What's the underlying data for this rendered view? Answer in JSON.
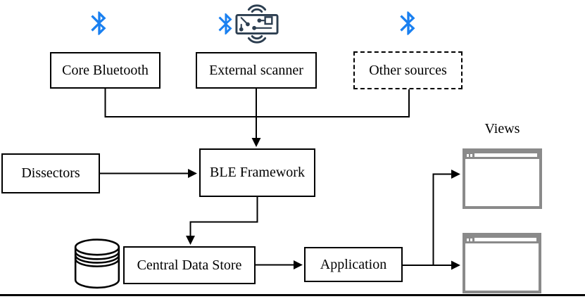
{
  "diagram": {
    "nodes": {
      "core_bluetooth": {
        "label": "Core Bluetooth",
        "border": "solid"
      },
      "external_scanner": {
        "label": "External scanner",
        "border": "solid"
      },
      "other_sources": {
        "label": "Other sources",
        "border": "dashed"
      },
      "dissectors": {
        "label": "Dissectors",
        "border": "solid"
      },
      "ble_framework": {
        "label": "BLE Framework",
        "border": "solid"
      },
      "central_data_store": {
        "label": "Central Data Store",
        "border": "solid"
      },
      "application": {
        "label": "Application",
        "border": "solid"
      }
    },
    "views": {
      "label": "Views",
      "window_count": 2
    },
    "icons": {
      "bluetooth": "bluetooth-icon",
      "scanner_chip": "ble-scanner-chip-icon",
      "database": "database-cylinder-icon",
      "window": "app-window-icon"
    },
    "edges": [
      {
        "from": "Core Bluetooth",
        "to": "BLE Framework"
      },
      {
        "from": "External scanner",
        "to": "BLE Framework"
      },
      {
        "from": "Other sources",
        "to": "BLE Framework"
      },
      {
        "from": "Dissectors",
        "to": "BLE Framework"
      },
      {
        "from": "BLE Framework",
        "to": "Central Data Store"
      },
      {
        "from": "Central Data Store",
        "to": "Application"
      },
      {
        "from": "Application",
        "to": "Views window 1"
      },
      {
        "from": "Application",
        "to": "Views window 2"
      }
    ],
    "colors": {
      "bluetooth_blue": "#1a80f0",
      "chip_navy": "#2c3e50",
      "window_gray": "#8a8a8a",
      "line_black": "#000000",
      "background": "#ffffff"
    }
  }
}
